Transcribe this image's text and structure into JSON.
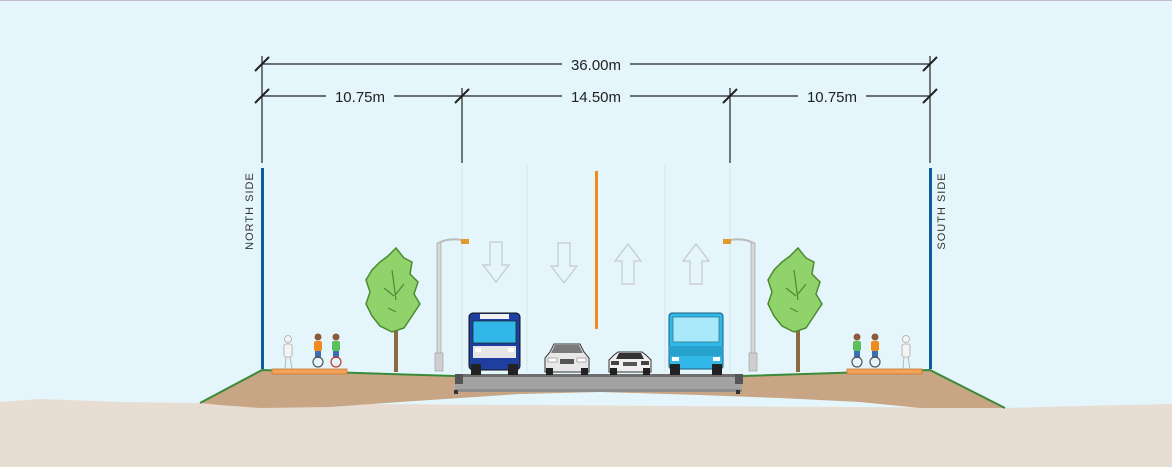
{
  "dimensions": {
    "total": "36.00m",
    "north_verge": "10.75m",
    "carriageway": "14.50m",
    "south_verge": "10.75m"
  },
  "sides": {
    "north": "NORTH SIDE",
    "south": "SOUTH SIDE"
  },
  "colors": {
    "sky": "#e4f5fb",
    "ground": "#e7ddd3",
    "earth": "#c8a584",
    "asphalt": "#9a9a9a",
    "boundary": "#0d5c9e",
    "median_line": "#f08a1c",
    "tree_foliage": "#8fd36a",
    "bus": "#31b8e8",
    "footpath": "#f3a25a"
  },
  "lane_arrows": [
    "down",
    "down",
    "up",
    "up"
  ]
}
